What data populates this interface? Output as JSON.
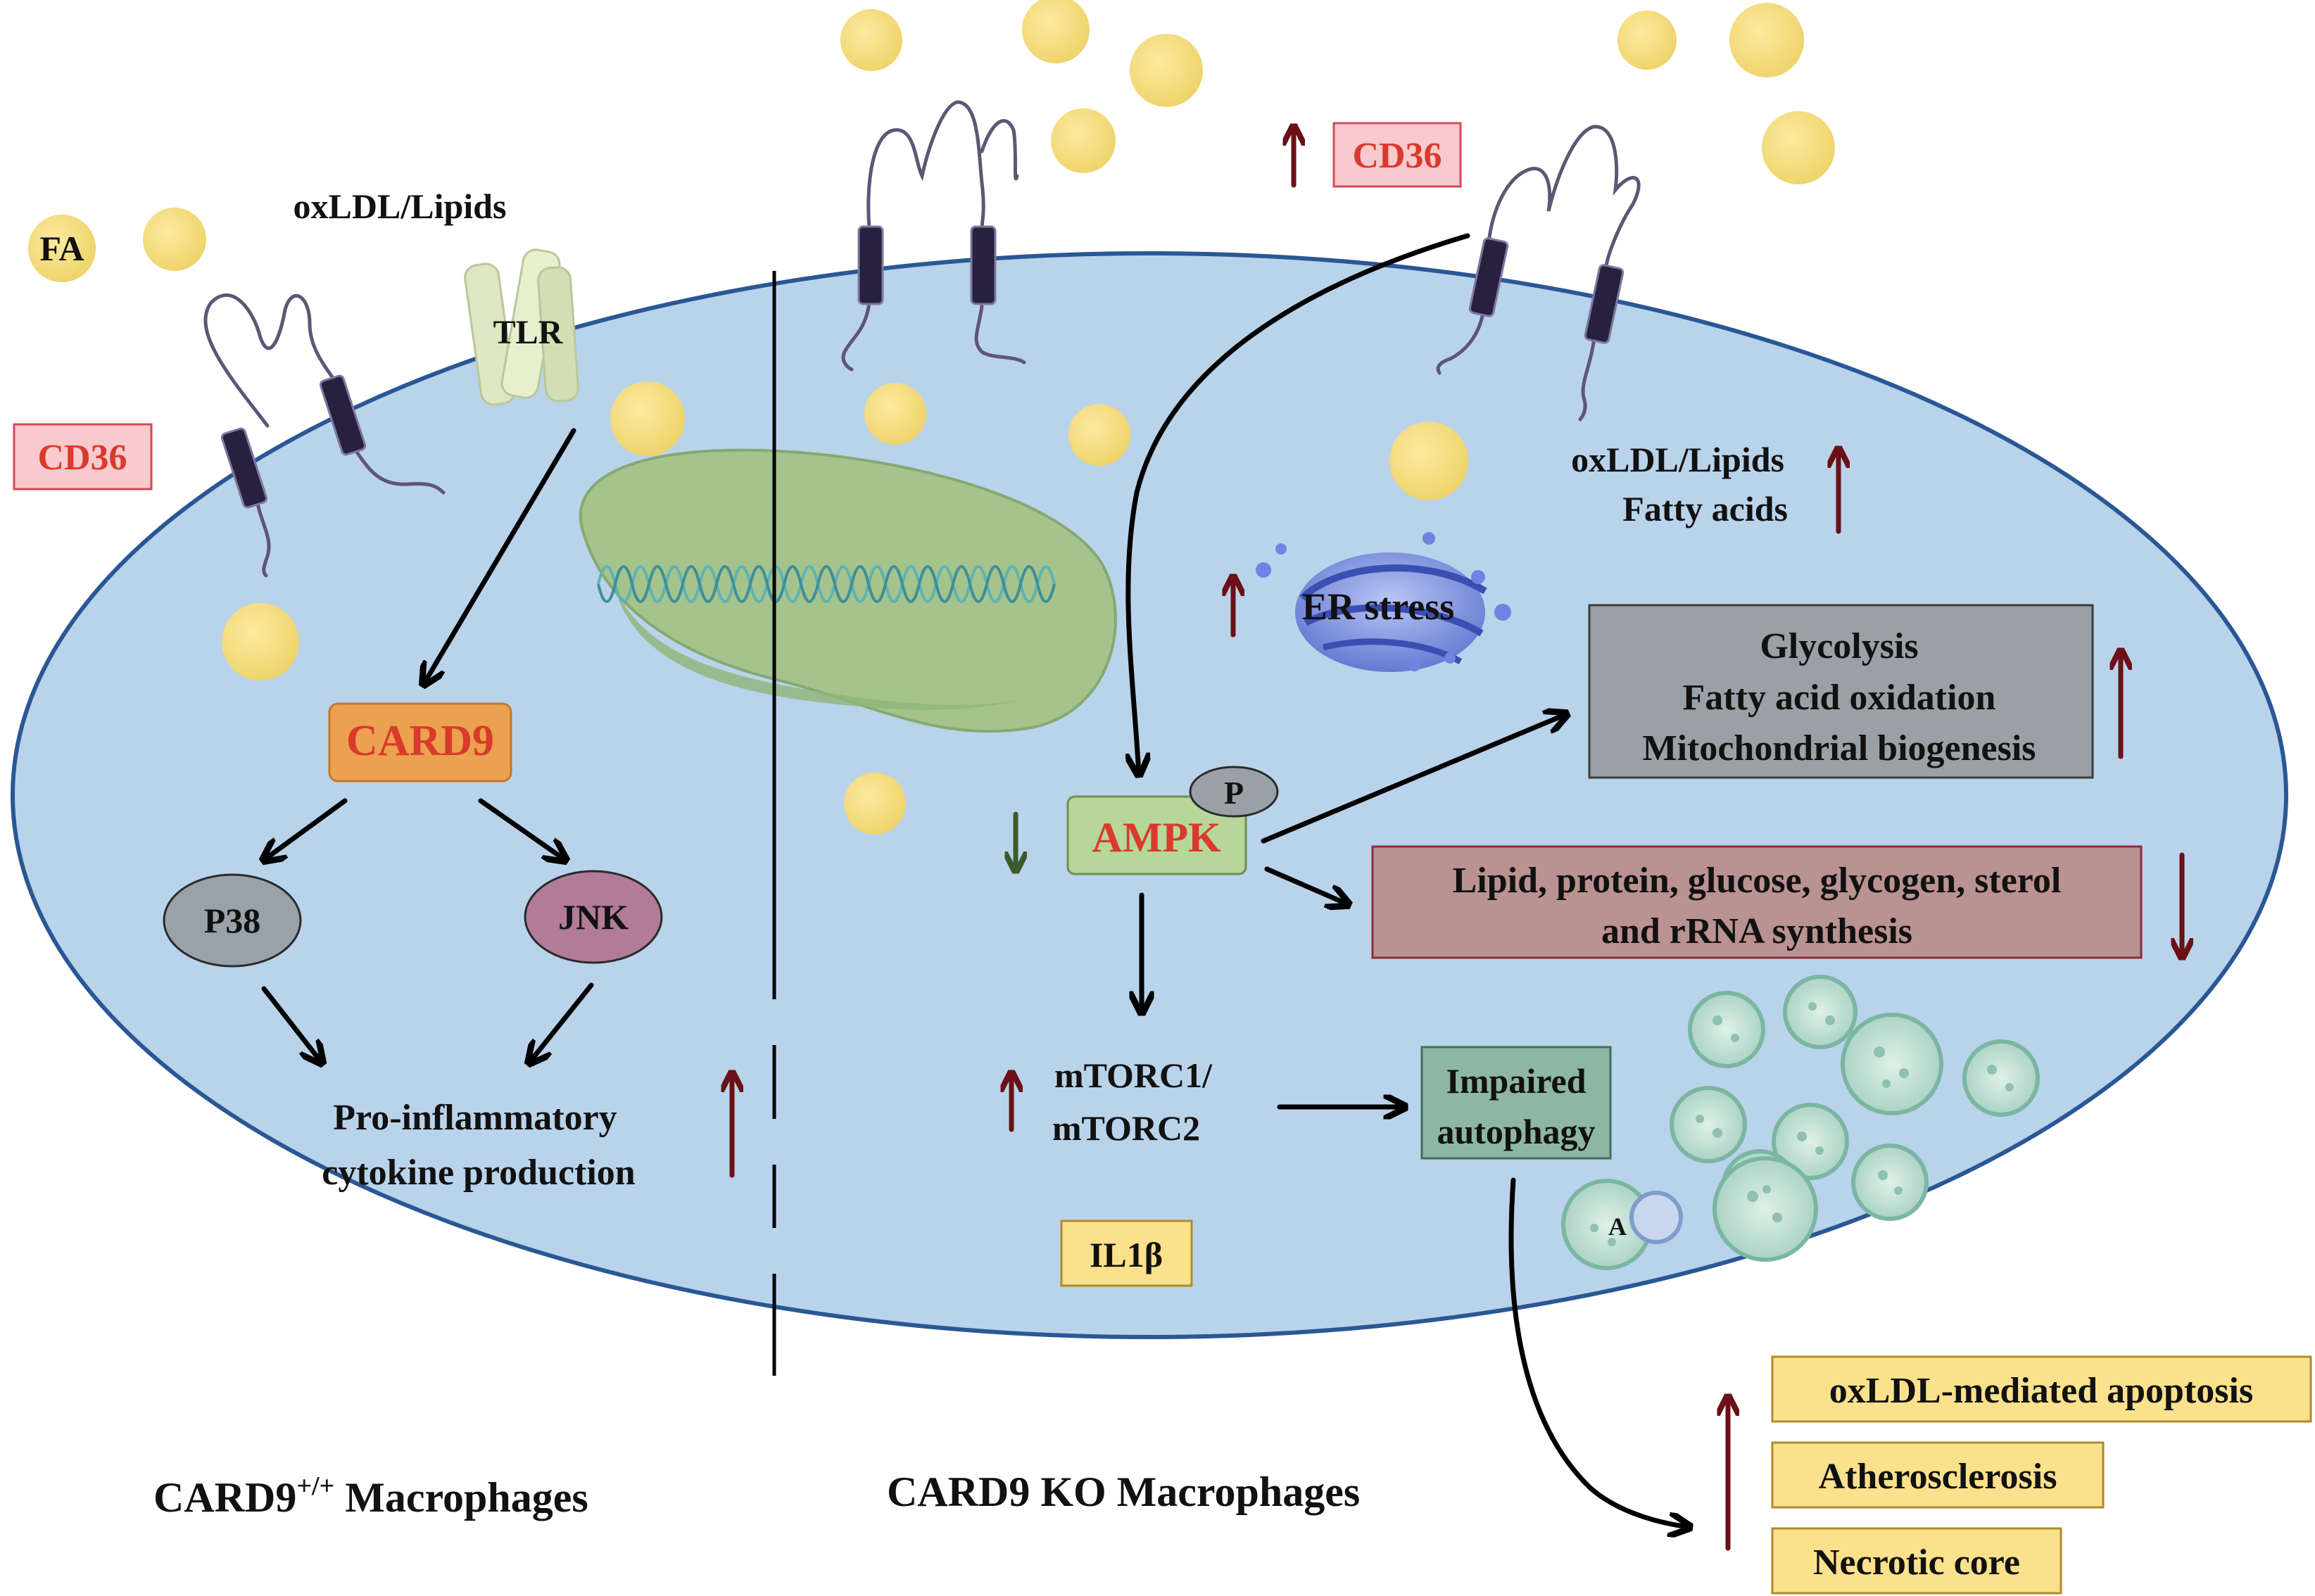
{
  "colors": {
    "cell_fill": "#b9d3ea",
    "cell_stroke": "#2a5795",
    "lipid": "#f3de7c",
    "receptor_dark": "#27203f",
    "card9_fill": "#eba14f",
    "card9_text": "#d93a2b",
    "p38_fill": "#9aa2a9",
    "jnk_fill": "#b27b99",
    "ampk_fill": "#b7d69a",
    "ampk_text": "#d93a2b",
    "gray_box": "#9aa1a6",
    "rose_box": "#b99291",
    "teal_box": "#8db6a3",
    "yellow_box": "#fbe18c",
    "pink_box": "#f8c9cd",
    "up_arrow": "#6b1016",
    "down_arrow": "#3d5a2e",
    "mito": "#a4c38d"
  },
  "labels": {
    "fa": "FA",
    "oxldl_lipids_left": "oxLDL/Lipids",
    "tlr": "TLR",
    "cd36_left": "CD36",
    "card9": "CARD9",
    "p38": "P38",
    "jnk": "JNK",
    "pro_inflam_line1": "Pro-inflammatory",
    "pro_inflam_line2": "cytokine production",
    "cd36_right": "CD36",
    "oxldl_lipids_right": "oxLDL/Lipids",
    "fatty_acids": "Fatty acids",
    "er_stress": "ER stress",
    "glycolysis": "Glycolysis",
    "fao": "Fatty acid oxidation",
    "mito_bio": "Mitochondrial biogenesis",
    "phospho": "P",
    "ampk": "AMPK",
    "synth_line1": "Lipid, protein, glucose, glycogen, sterol",
    "synth_line2": "and rRNA synthesis",
    "mtorc1": "mTORC1/",
    "mtorc2": "mTORC2",
    "impaired_line1": "Impaired",
    "impaired_line2": "autophagy",
    "il1b": "IL1β",
    "autophagosome_a": "A",
    "apoptosis": "oxLDL-mediated apoptosis",
    "atherosclerosis": "Atherosclerosis",
    "necrotic": "Necrotic core",
    "left_caption_base": "CARD9",
    "left_caption_sup": "+/+",
    "left_caption_rest": " Macrophages",
    "right_caption": "CARD9 KO Macrophages"
  }
}
